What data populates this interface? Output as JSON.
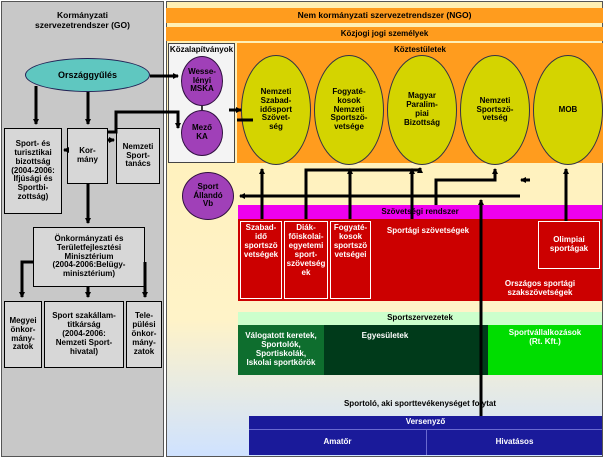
{
  "go": {
    "title": "Kormányzati\nszervezetrendszer (GO)",
    "orszaggyules": "Országgyűlés",
    "sport_bizottsag": "Sport- és\nturisztikai\nbizottság\n(2004-2006:\nIfjúsági és\nSportbi-\nzottság)",
    "kormany": "Kor-\nmány",
    "nemzeti_sporttanacs": "Nemzeti\nSport-\ntanács",
    "minisztérium": "Önkormányzati és\nTerületfejlesztési\nMinisztérium\n(2004-2006:Belügy-\nminisztérium)",
    "megyei": "Megyei\nönkor-\nmány-\nzatok",
    "allamtitkarsag": "Sport szakállam-\ntitkárság\n(2004-2006:\nNemzeti Sport-\nhivatal)",
    "telepulesi": "Tele-\npülési\nönkor-\nmány-\nzatok"
  },
  "ngo": {
    "title": "Nem kormányzati szervezetrendszer (NGO)",
    "kozjogi": "Közjogi jogi személyek",
    "kozalapitvanyok": "Közalapítványok",
    "koztestuletek": "Köztestületek",
    "wesselenyi": "Wesse-\nlényi\nMSKA",
    "mezo": "Mező\nKA",
    "ellipses": [
      "Nemzeti\nSzabad-\nidősport\nSzövet-\nség",
      "Fogyaté-\nkosok\nNemzeti\nSportszö-\nvetsége",
      "Magyar\nParalim-\npiai\nBizottság",
      "Nemzeti\nSportszö-\nvetség",
      "MOB"
    ],
    "sport_allando": "Sport\nÁllandó\nVb",
    "szovetsegi": "Szövetségi rendszer",
    "szabadido": "Szabad-\nidő\nsportszö\nvetségek",
    "diak": "Diák-\nfőiskolai-\negyetemi\nsport-\nszövetség\nek",
    "fogyatekosok": "Fogyaté-\nkosok\nsportszö\nvetségei",
    "sportagi": "Sportági szövetségek",
    "olimpiai": "Olimpiai\nsportágak",
    "orszagos": "Országos sportági\nszakszövetségek",
    "sportszervezetek": "Sportszervezetek",
    "valogatott": "Válogatott keretek,\nSportolók,\nSportiskolák,\nIskolai sportkörök",
    "egyesuletek": "Egyesületek",
    "sportvallalkozasok": "Sportvállalkozások\n(Rt. Kft.)",
    "sportolo": "Sportoló, aki sporttevékenységet folytat",
    "versenyzo": "Versenyző",
    "amator": "Amatőr",
    "hivatasos": "Hivatásos"
  },
  "colors": {
    "go_bg": "#c8c8c8",
    "go_box": "#d7d7d7",
    "ngo_bg": "#fff0b4",
    "orange": "#ff9c1e",
    "purple": "#a040b8",
    "yellow_ell": "#d4d400",
    "magenta": "#ee00ee",
    "red": "#cc0000",
    "green_dark": "#0e6e2e",
    "green_light": "#00dd00",
    "navy": "#1a1a9a",
    "teal_ell": "#5fc7c0"
  }
}
